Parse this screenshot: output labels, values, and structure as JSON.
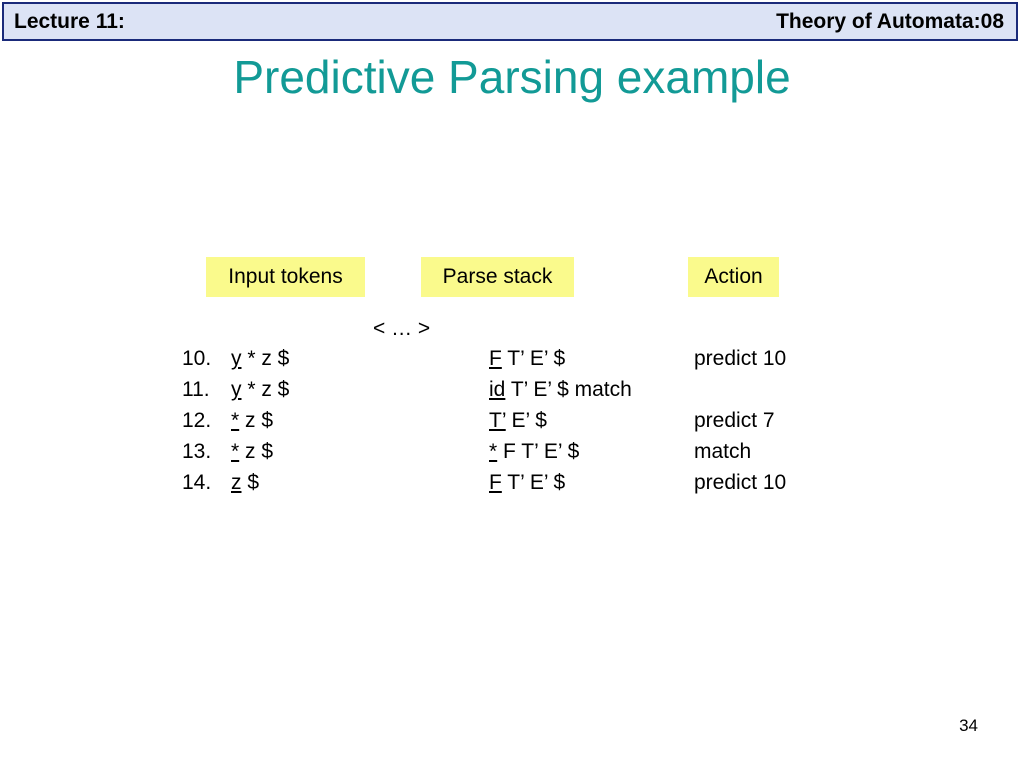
{
  "header": {
    "left": "Lecture 11:",
    "right": "Theory of Automata:08"
  },
  "title": "Predictive Parsing example",
  "column_labels": {
    "input": "Input tokens",
    "stack": "Parse stack",
    "action": "Action"
  },
  "ellipsis": "< … >",
  "rows": [
    {
      "num": "10.",
      "tok_u": "y",
      "tok_rest": " * z $",
      "stack_u": "F",
      "stack_rest": " T’ E’ $",
      "action": "predict 10"
    },
    {
      "num": "11.",
      "tok_u": "y",
      "tok_rest": " * z $",
      "stack_u": "id",
      "stack_rest": " T’ E’ $ match",
      "action": ""
    },
    {
      "num": "12.",
      "tok_u": "*",
      "tok_rest": " z $",
      "stack_u": "T’",
      "stack_rest": " E’ $",
      "action": "predict 7"
    },
    {
      "num": "13.",
      "tok_u": "*",
      "tok_rest": " z $",
      "stack_u": "*",
      "stack_rest": " F T’ E’ $",
      "action": "match"
    },
    {
      "num": "14.",
      "tok_u": "z",
      "tok_rest": " $",
      "stack_u": "F",
      "stack_rest": " T’ E’ $",
      "action": "predict 10"
    }
  ],
  "page_number": "34",
  "colors": {
    "title": "#129a96",
    "header_bg": "#dce3f5",
    "header_border": "#1a2a7a",
    "label_bg": "#fafa8c"
  }
}
